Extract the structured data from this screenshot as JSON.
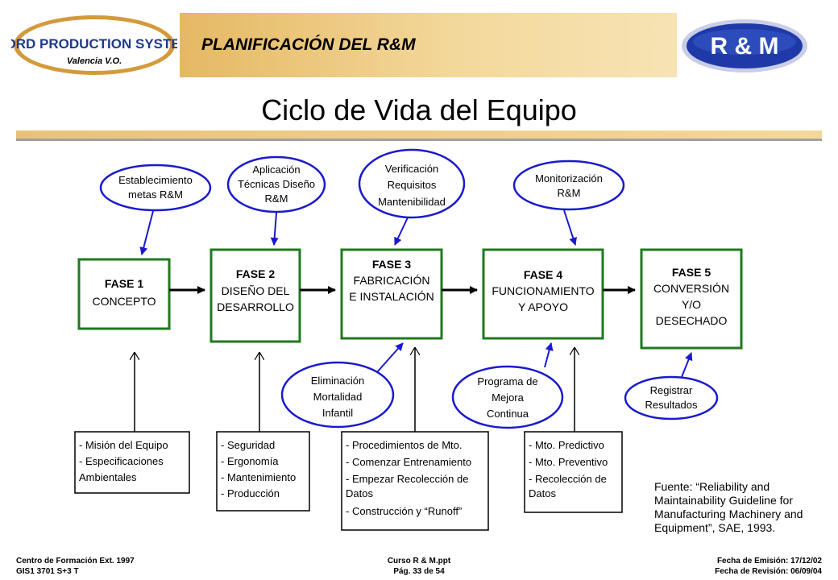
{
  "logo_left": {
    "line1": "FORD PRODUCTION SYSTEM",
    "line2": "Valencia V.O."
  },
  "header_title": "PLANIFICACIÓN DEL R&M",
  "logo_right": "R & M",
  "main_title": "Ciclo de Vida del Equipo",
  "phases": [
    {
      "title": "FASE 1",
      "lines": [
        "CONCEPTO"
      ]
    },
    {
      "title": "FASE 2",
      "lines": [
        "DISEÑO DEL",
        "DESARROLLO"
      ]
    },
    {
      "title": "FASE 3",
      "lines": [
        "FABRICACIÓN",
        "E INSTALACIÓN"
      ]
    },
    {
      "title": "FASE 4",
      "lines": [
        "FUNCIONAMIENTO",
        "Y APOYO"
      ]
    },
    {
      "title": "FASE 5",
      "lines": [
        "CONVERSIÓN",
        "Y/O",
        "DESECHADO"
      ]
    }
  ],
  "top_ellipses": [
    [
      "Establecimiento",
      "metas R&M"
    ],
    [
      "Aplicación",
      "Técnicas Diseño",
      "R&M"
    ],
    [
      "Verificación",
      "Requisitos",
      "Mantenibilidad"
    ],
    [
      "Monitorización",
      "R&M"
    ]
  ],
  "bottom_ellipses": [
    [
      "Eliminación",
      "Mortalidad",
      "Infantil"
    ],
    [
      "Programa de",
      "Mejora",
      "Continua"
    ],
    [
      "Registrar",
      "Resultados"
    ]
  ],
  "input_boxes": [
    [
      "- Misión  del Equipo",
      "- Especificaciones",
      "Ambientales"
    ],
    [
      "- Seguridad",
      "- Ergonomía",
      "- Mantenimiento",
      "- Producción"
    ],
    [
      "- Procedimientos de Mto.",
      "- Comenzar Entrenamiento",
      "- Empezar Recolección de",
      "Datos",
      "- Construcción y “Runoff”"
    ],
    [
      "- Mto. Predictivo",
      "- Mto. Preventivo",
      "- Recolección de",
      "Datos"
    ]
  ],
  "source_note": "Fuente: “Reliability and Maintainability Guideline for Manufacturing Machinery and Equipment”, SAE, 1993.",
  "footer": {
    "left_1": "Centro de Formación  Ext. 1997",
    "left_2": "GIS1  3701  S+3  T",
    "center_1": "Curso R & M.ppt",
    "center_2": "Pág. 33 de 54",
    "right_1": "Fecha de Emisión:  17/12/02",
    "right_2": "Fecha de Revisión: 06/09/04"
  },
  "colors": {
    "phase_border": "#1e7a1e",
    "ellipse_border": "#1a1acc",
    "header_band": "#eecb85"
  }
}
